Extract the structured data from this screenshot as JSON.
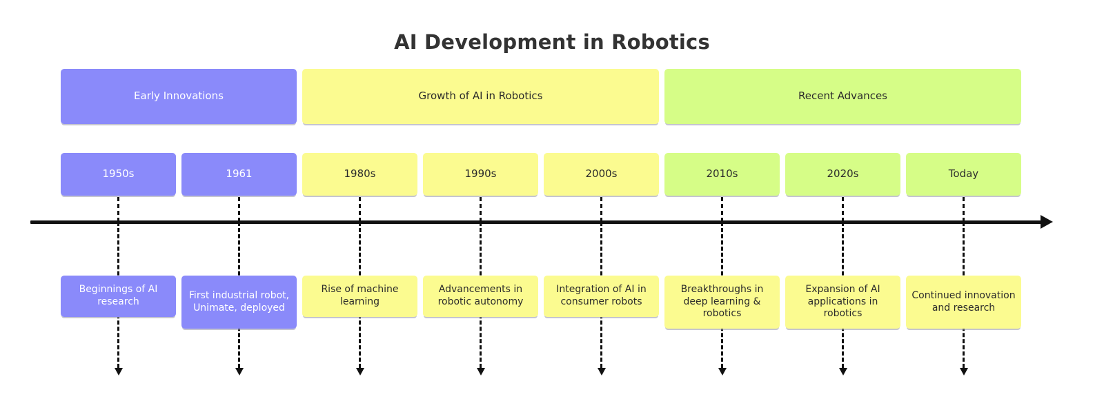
{
  "title": "AI Development in Robotics",
  "colors": {
    "purple": "#8a8afa",
    "yellow": "#fbfb90",
    "green": "#d6fd87",
    "axis": "#111111",
    "title_text": "#333333"
  },
  "sections": [
    {
      "label": "Early Innovations",
      "theme": "purple",
      "span": 2
    },
    {
      "label": "Growth of AI in Robotics",
      "theme": "yellow",
      "span": 3
    },
    {
      "label": "Recent Advances",
      "theme": "green",
      "span": 3
    }
  ],
  "periods": [
    {
      "label": "1950s",
      "theme": "purple"
    },
    {
      "label": "1961",
      "theme": "purple"
    },
    {
      "label": "1980s",
      "theme": "yellow"
    },
    {
      "label": "1990s",
      "theme": "yellow"
    },
    {
      "label": "2000s",
      "theme": "yellow"
    },
    {
      "label": "2010s",
      "theme": "green"
    },
    {
      "label": "2020s",
      "theme": "green"
    },
    {
      "label": "Today",
      "theme": "green"
    }
  ],
  "events": [
    {
      "label": "Beginnings of AI research",
      "theme": "purple",
      "lines": 2
    },
    {
      "label": "First industrial robot, Unimate, deployed",
      "theme": "purple",
      "lines": 3
    },
    {
      "label": "Rise of machine learning",
      "theme": "yellow",
      "lines": 2
    },
    {
      "label": "Advancements in robotic autonomy",
      "theme": "yellow",
      "lines": 2
    },
    {
      "label": "Integration of AI in consumer robots",
      "theme": "yellow",
      "lines": 2
    },
    {
      "label": "Breakthroughs in deep learning & robotics",
      "theme": "yellow",
      "lines": 3
    },
    {
      "label": "Expansion of AI applications in robotics",
      "theme": "yellow",
      "lines": 3
    },
    {
      "label": "Continued innovation and research",
      "theme": "yellow",
      "lines": 3
    }
  ],
  "axis": {
    "orientation": "horizontal",
    "direction": "right",
    "arrow": "arrow-right"
  },
  "connectors": {
    "style": "dashed",
    "arrow": "arrow-down",
    "count": 8
  }
}
